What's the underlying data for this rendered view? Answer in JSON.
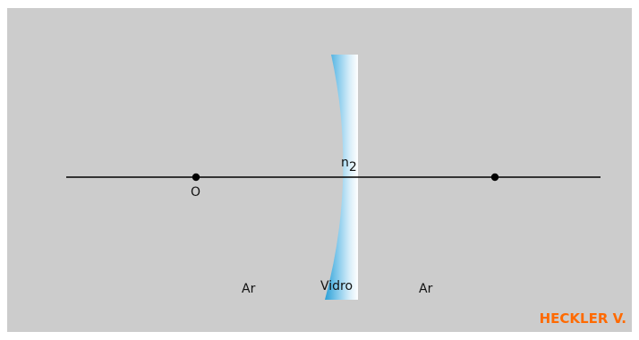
{
  "diagram": {
    "object_label": "O",
    "index_symbol": "n",
    "index_subscript": "2",
    "medium_left": "Ar",
    "medium_lens": "Vidro",
    "medium_right": "Ar"
  },
  "credit": {
    "text": "HECKLER V.",
    "color": "#ff6a00"
  },
  "colors": {
    "background": "#cccccc",
    "axis": "#000000",
    "lens_dark": "#2a9fd6",
    "lens_light": "#eaf6fc"
  }
}
